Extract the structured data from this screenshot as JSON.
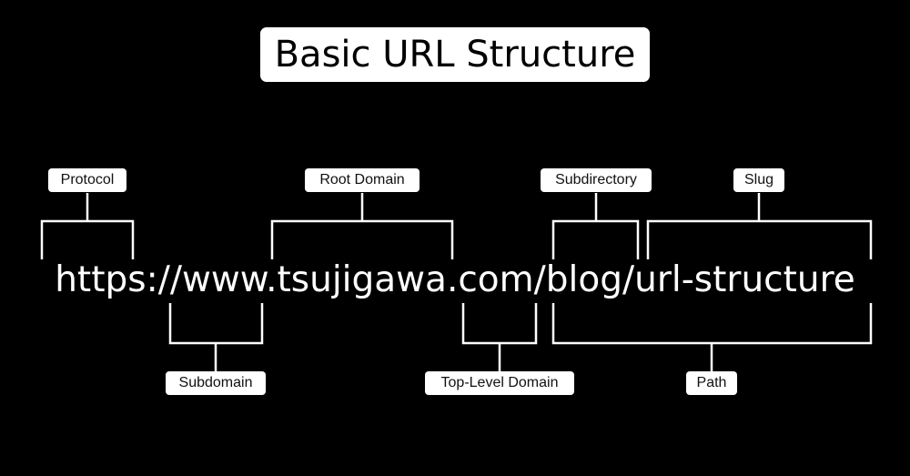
{
  "title": "Basic URL Structure",
  "url": "https://www.tsujigawa.com/blog/url-structure",
  "labels": {
    "protocol": "Protocol",
    "root_domain": "Root Domain",
    "subdirectory": "Subdirectory",
    "slug": "Slug",
    "subdomain": "Subdomain",
    "top_level_domain": "Top-Level Domain",
    "path": "Path"
  },
  "colors": {
    "background": "#000000",
    "foreground": "#ffffff"
  }
}
